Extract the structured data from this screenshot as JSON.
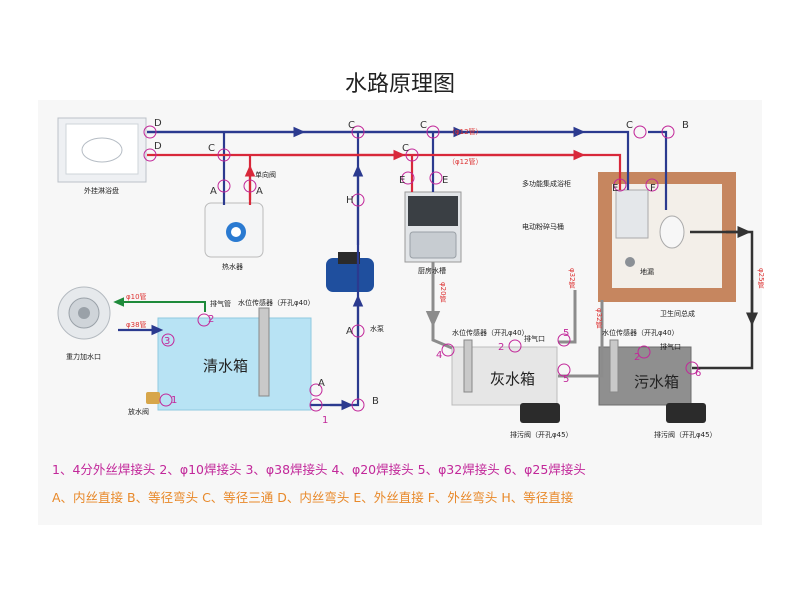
{
  "title": "水路原理图",
  "components": {
    "shower_tray": "外挂淋浴盘",
    "heater": "热水器",
    "check_valve": "单向阀",
    "sink": "厨房水槽",
    "bath": "卫生间总成",
    "shower_room": "多功能集成浴柜",
    "toilet": "电动粉碎马桶",
    "floor_drain": "地漏",
    "gravity_inlet": "重力加水口",
    "drain_valve": "放水阀",
    "pump": "水泵",
    "vent": "排气管",
    "vent_port": "排气口",
    "level_sensor": "水位传感器（开孔φ40）",
    "clear_tank": "清水箱",
    "grey_tank": "灰水箱",
    "black_tank": "污水箱",
    "waste_valve": "排污阀（开孔φ45）"
  },
  "pipes": {
    "p12": "（φ12管）",
    "p10": "φ10管",
    "p38": "φ38管",
    "p20": "φ20管",
    "p32": "φ32管",
    "p25": "φ25管"
  },
  "legend": {
    "line1": "1、4分外丝焊接头  2、φ10焊接头  3、φ38焊接头  4、φ20焊接头  5、φ32焊接头  6、φ25焊接头",
    "line2": "A、内丝直接 B、等径弯头 C、等径三通 D、内丝弯头 E、外丝直接 F、外丝弯头 H、等径直接"
  },
  "colors": {
    "hot": "#d8283a",
    "cold": "#2b3a8f",
    "grey": "#8c8c8c",
    "dark": "#333333",
    "vent": "#1e8a3a",
    "legend_num": "#c2289a",
    "legend_letter": "#e8892a"
  }
}
